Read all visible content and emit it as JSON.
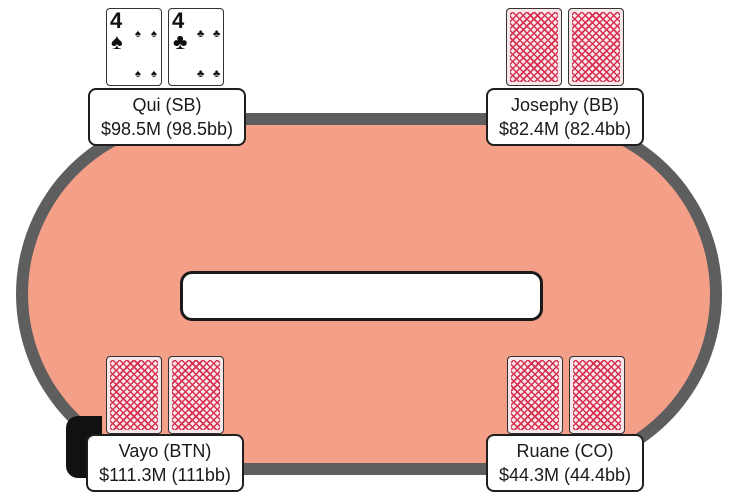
{
  "table": {
    "felt_color": "#f4a088",
    "rail_color": "#5e5e5e",
    "board_cards": []
  },
  "seats": [
    {
      "id": "sb",
      "label": "Qui (SB)",
      "stack": "$98.5M (98.5bb)",
      "cards": [
        {
          "rank": "4",
          "suit": "♠",
          "suit_name": "spades",
          "face_up": true
        },
        {
          "rank": "4",
          "suit": "♣",
          "suit_name": "clubs",
          "face_up": true
        }
      ]
    },
    {
      "id": "bb",
      "label": "Josephy (BB)",
      "stack": "$82.4M (82.4bb)",
      "cards": [
        {
          "face_up": false
        },
        {
          "face_up": false
        }
      ]
    },
    {
      "id": "btn",
      "label": "Vayo (BTN)",
      "stack": "$111.3M (111bb)",
      "dealer_button": true,
      "cards": [
        {
          "face_up": false
        },
        {
          "face_up": false
        }
      ]
    },
    {
      "id": "co",
      "label": "Ruane (CO)",
      "stack": "$44.3M (44.4bb)",
      "cards": [
        {
          "face_up": false
        },
        {
          "face_up": false
        }
      ]
    }
  ],
  "colors": {
    "card_back": "#d7314f",
    "plate_border": "#1f1f1f"
  }
}
